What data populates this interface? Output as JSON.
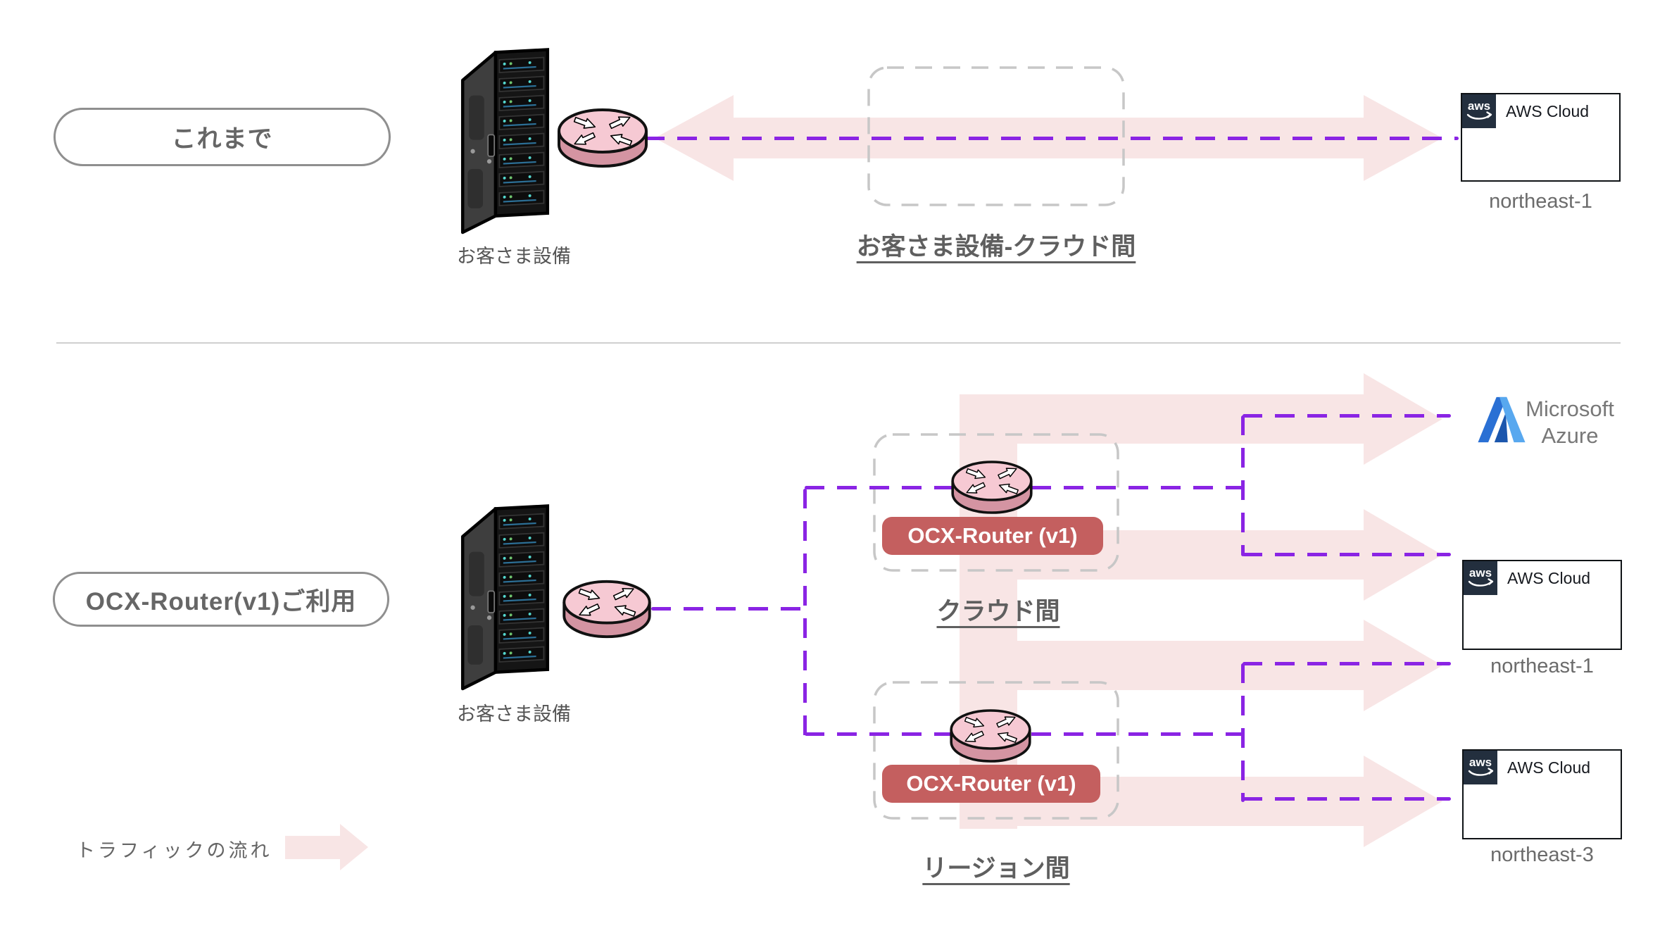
{
  "top_section": {
    "stage_pill": "これまで",
    "customer_equipment_label": "お客さま設備",
    "connection_label": "お客さま設備-クラウド間",
    "aws_box": {
      "wordmark": "aws",
      "title": "AWS Cloud",
      "region_label": "northeast-1"
    }
  },
  "bottom_section": {
    "stage_pill": "OCX-Router(v1)ご利用",
    "customer_equipment_label": "お客さま設備",
    "cloud_group": {
      "badge": "OCX-Router (v1)",
      "label": "クラウド間"
    },
    "region_group": {
      "badge": "OCX-Router (v1)",
      "label": "リージョン間"
    },
    "azure": {
      "name_line1": "Microsoft",
      "name_line2": "Azure"
    },
    "aws_box_mid": {
      "wordmark": "aws",
      "title": "AWS Cloud",
      "region_label": "northeast-1"
    },
    "aws_box_bottom": {
      "wordmark": "aws",
      "title": "AWS Cloud",
      "region_label": "northeast-3"
    }
  },
  "legend": {
    "traffic_flow_label": "トラフィックの流れ"
  },
  "colors": {
    "accent_purple": "#8a24e4",
    "traffic_pink": "#f8e5e5",
    "badge_red": "#c45f5f",
    "aws_navy": "#232f3e",
    "dash_gray": "#c7c7c7",
    "text_gray": "#5f5f5f"
  }
}
